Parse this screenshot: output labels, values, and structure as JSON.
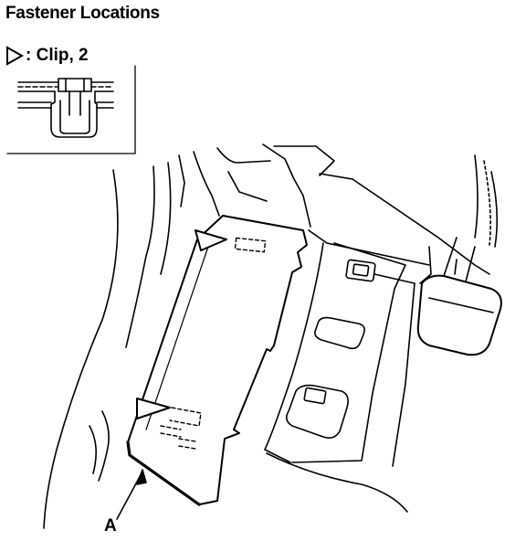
{
  "header": {
    "title": "Fastener Locations"
  },
  "legend": {
    "symbol": "triangle-clip-icon",
    "text": ": Clip, 2"
  },
  "callouts": {
    "a": "A"
  },
  "colors": {
    "line": "#000000",
    "background": "#ffffff"
  }
}
